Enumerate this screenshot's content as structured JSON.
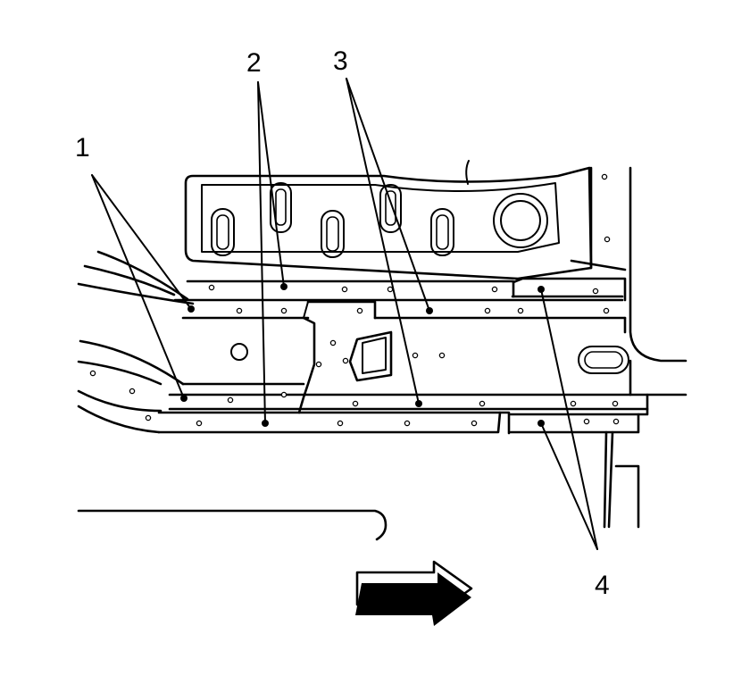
{
  "diagram": {
    "callouts": [
      {
        "id": "callout-1",
        "label": "1"
      },
      {
        "id": "callout-2",
        "label": "2"
      },
      {
        "id": "callout-3",
        "label": "3"
      },
      {
        "id": "callout-4",
        "label": "4"
      }
    ],
    "direction_arrow": "right-arrow-icon",
    "colors": {
      "line": "#000000",
      "background": "#ffffff"
    }
  }
}
